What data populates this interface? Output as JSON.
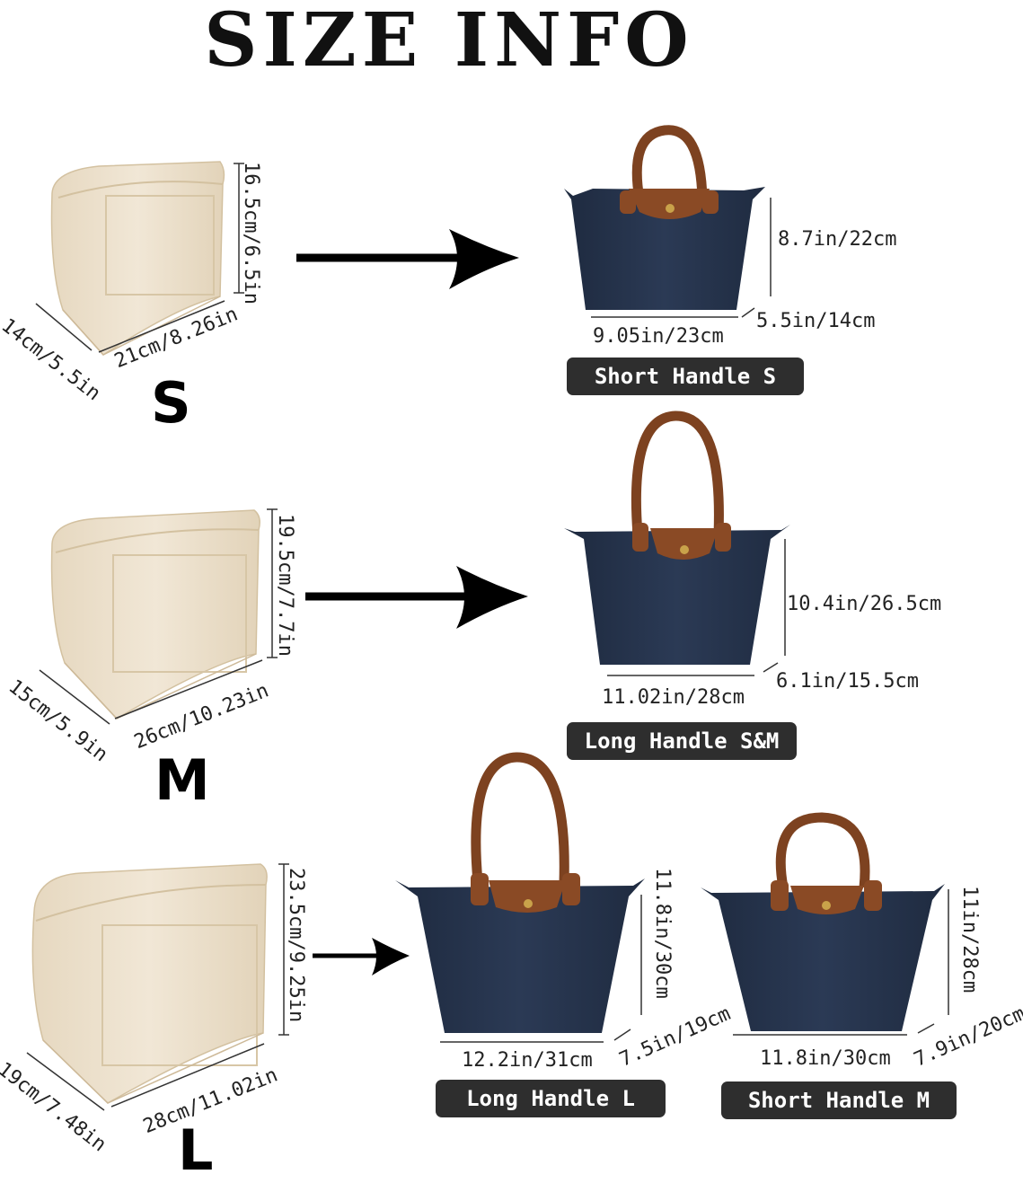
{
  "title": "SIZE INFO",
  "colors": {
    "felt": "#ece1cd",
    "felt_edge": "#d8c7a8",
    "navy": "#243248",
    "leather": "#8a4a25",
    "pill": "#2e2e2e"
  },
  "sizes": [
    {
      "letter": "S",
      "insert": {
        "height": "16.5cm/6.5in",
        "depth": "14cm/5.5in",
        "width": "21cm/8.26in"
      }
    },
    {
      "letter": "M",
      "insert": {
        "height": "19.5cm/7.7in",
        "depth": "15cm/5.9in",
        "width": "26cm/10.23in"
      }
    },
    {
      "letter": "L",
      "insert": {
        "height": "23.5cm/9.25in",
        "depth": "19cm/7.48in",
        "width": "28cm/11.02in"
      }
    }
  ],
  "bags": [
    {
      "label": "Short Handle S",
      "height": "8.7in/22cm",
      "depth": "5.5in/14cm",
      "width": "9.05in/23cm"
    },
    {
      "label": "Long Handle S&M",
      "height": "10.4in/26.5cm",
      "depth": "6.1in/15.5cm",
      "width": "11.02in/28cm"
    },
    {
      "label": "Long Handle L",
      "height": "11.8in/30cm",
      "depth": "7.5in/19cm",
      "width": "12.2in/31cm"
    },
    {
      "label": "Short Handle M",
      "height": "11in/28cm",
      "depth": "7.9in/20cm",
      "width": "11.8in/30cm"
    }
  ]
}
